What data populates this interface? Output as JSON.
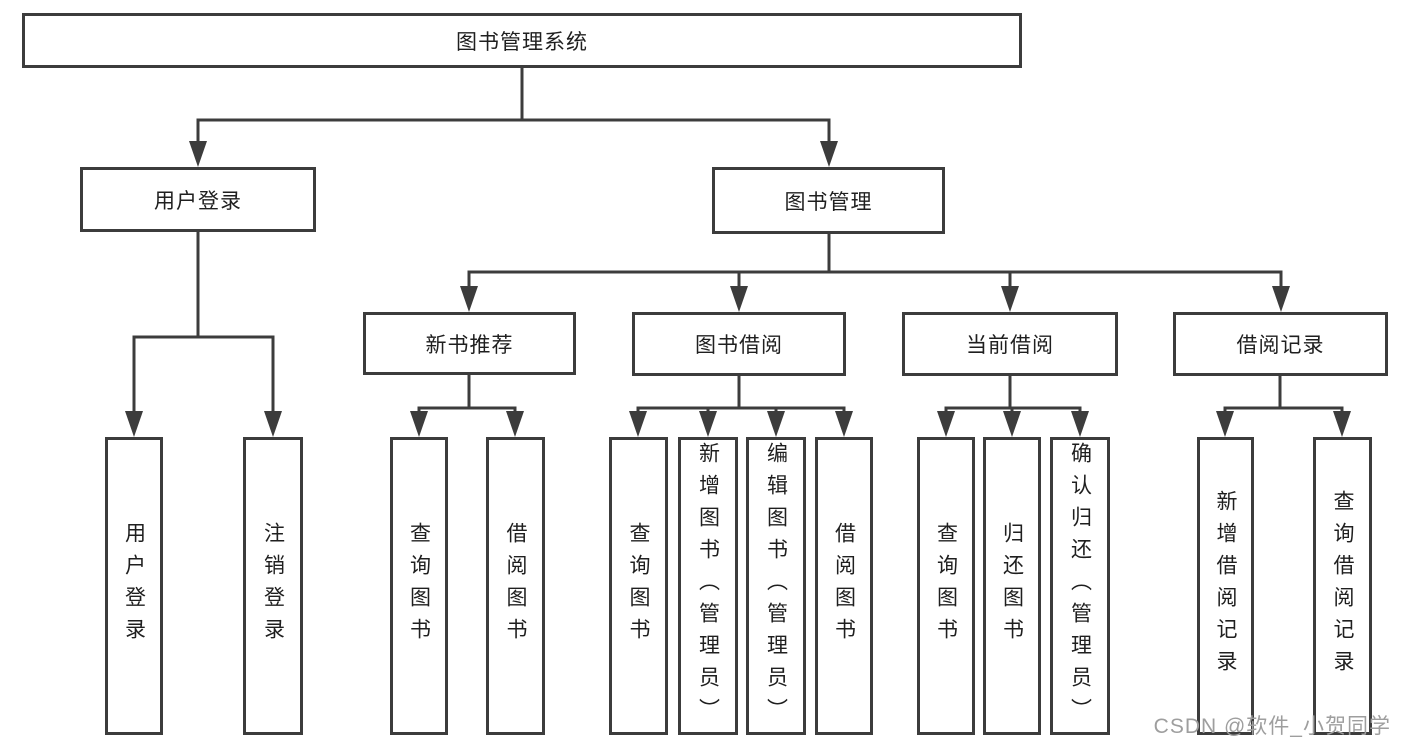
{
  "diagram": {
    "root": {
      "label": "图书管理系统"
    },
    "level2": [
      {
        "label": "用户登录"
      },
      {
        "label": "图书管理"
      }
    ],
    "level3": [
      {
        "label": "新书推荐"
      },
      {
        "label": "图书借阅"
      },
      {
        "label": "当前借阅"
      },
      {
        "label": "借阅记录"
      }
    ],
    "leaves": [
      {
        "label": "用户登录",
        "parent": "用户登录"
      },
      {
        "label": "注销登录",
        "parent": "用户登录"
      },
      {
        "label": "查询图书",
        "parent": "新书推荐"
      },
      {
        "label": "借阅图书",
        "parent": "新书推荐"
      },
      {
        "label": "查询图书",
        "parent": "图书借阅"
      },
      {
        "label": "新增图书（管理员）",
        "parent": "图书借阅"
      },
      {
        "label": "编辑图书（管理员）",
        "parent": "图书借阅"
      },
      {
        "label": "借阅图书",
        "parent": "图书借阅"
      },
      {
        "label": "查询图书",
        "parent": "当前借阅"
      },
      {
        "label": "归还图书",
        "parent": "当前借阅"
      },
      {
        "label": "确认归还（管理员）",
        "parent": "当前借阅"
      },
      {
        "label": "新增借阅记录",
        "parent": "借阅记录"
      },
      {
        "label": "查询借阅记录",
        "parent": "借阅记录"
      }
    ]
  },
  "watermark": {
    "text": "CSDN @软件_小贺同学",
    "color": "#9e9e9e"
  },
  "colors": {
    "line": "#3c3c3c",
    "box_border": "#3c3c3c",
    "text": "#1f1f1f",
    "background": "#ffffff"
  }
}
